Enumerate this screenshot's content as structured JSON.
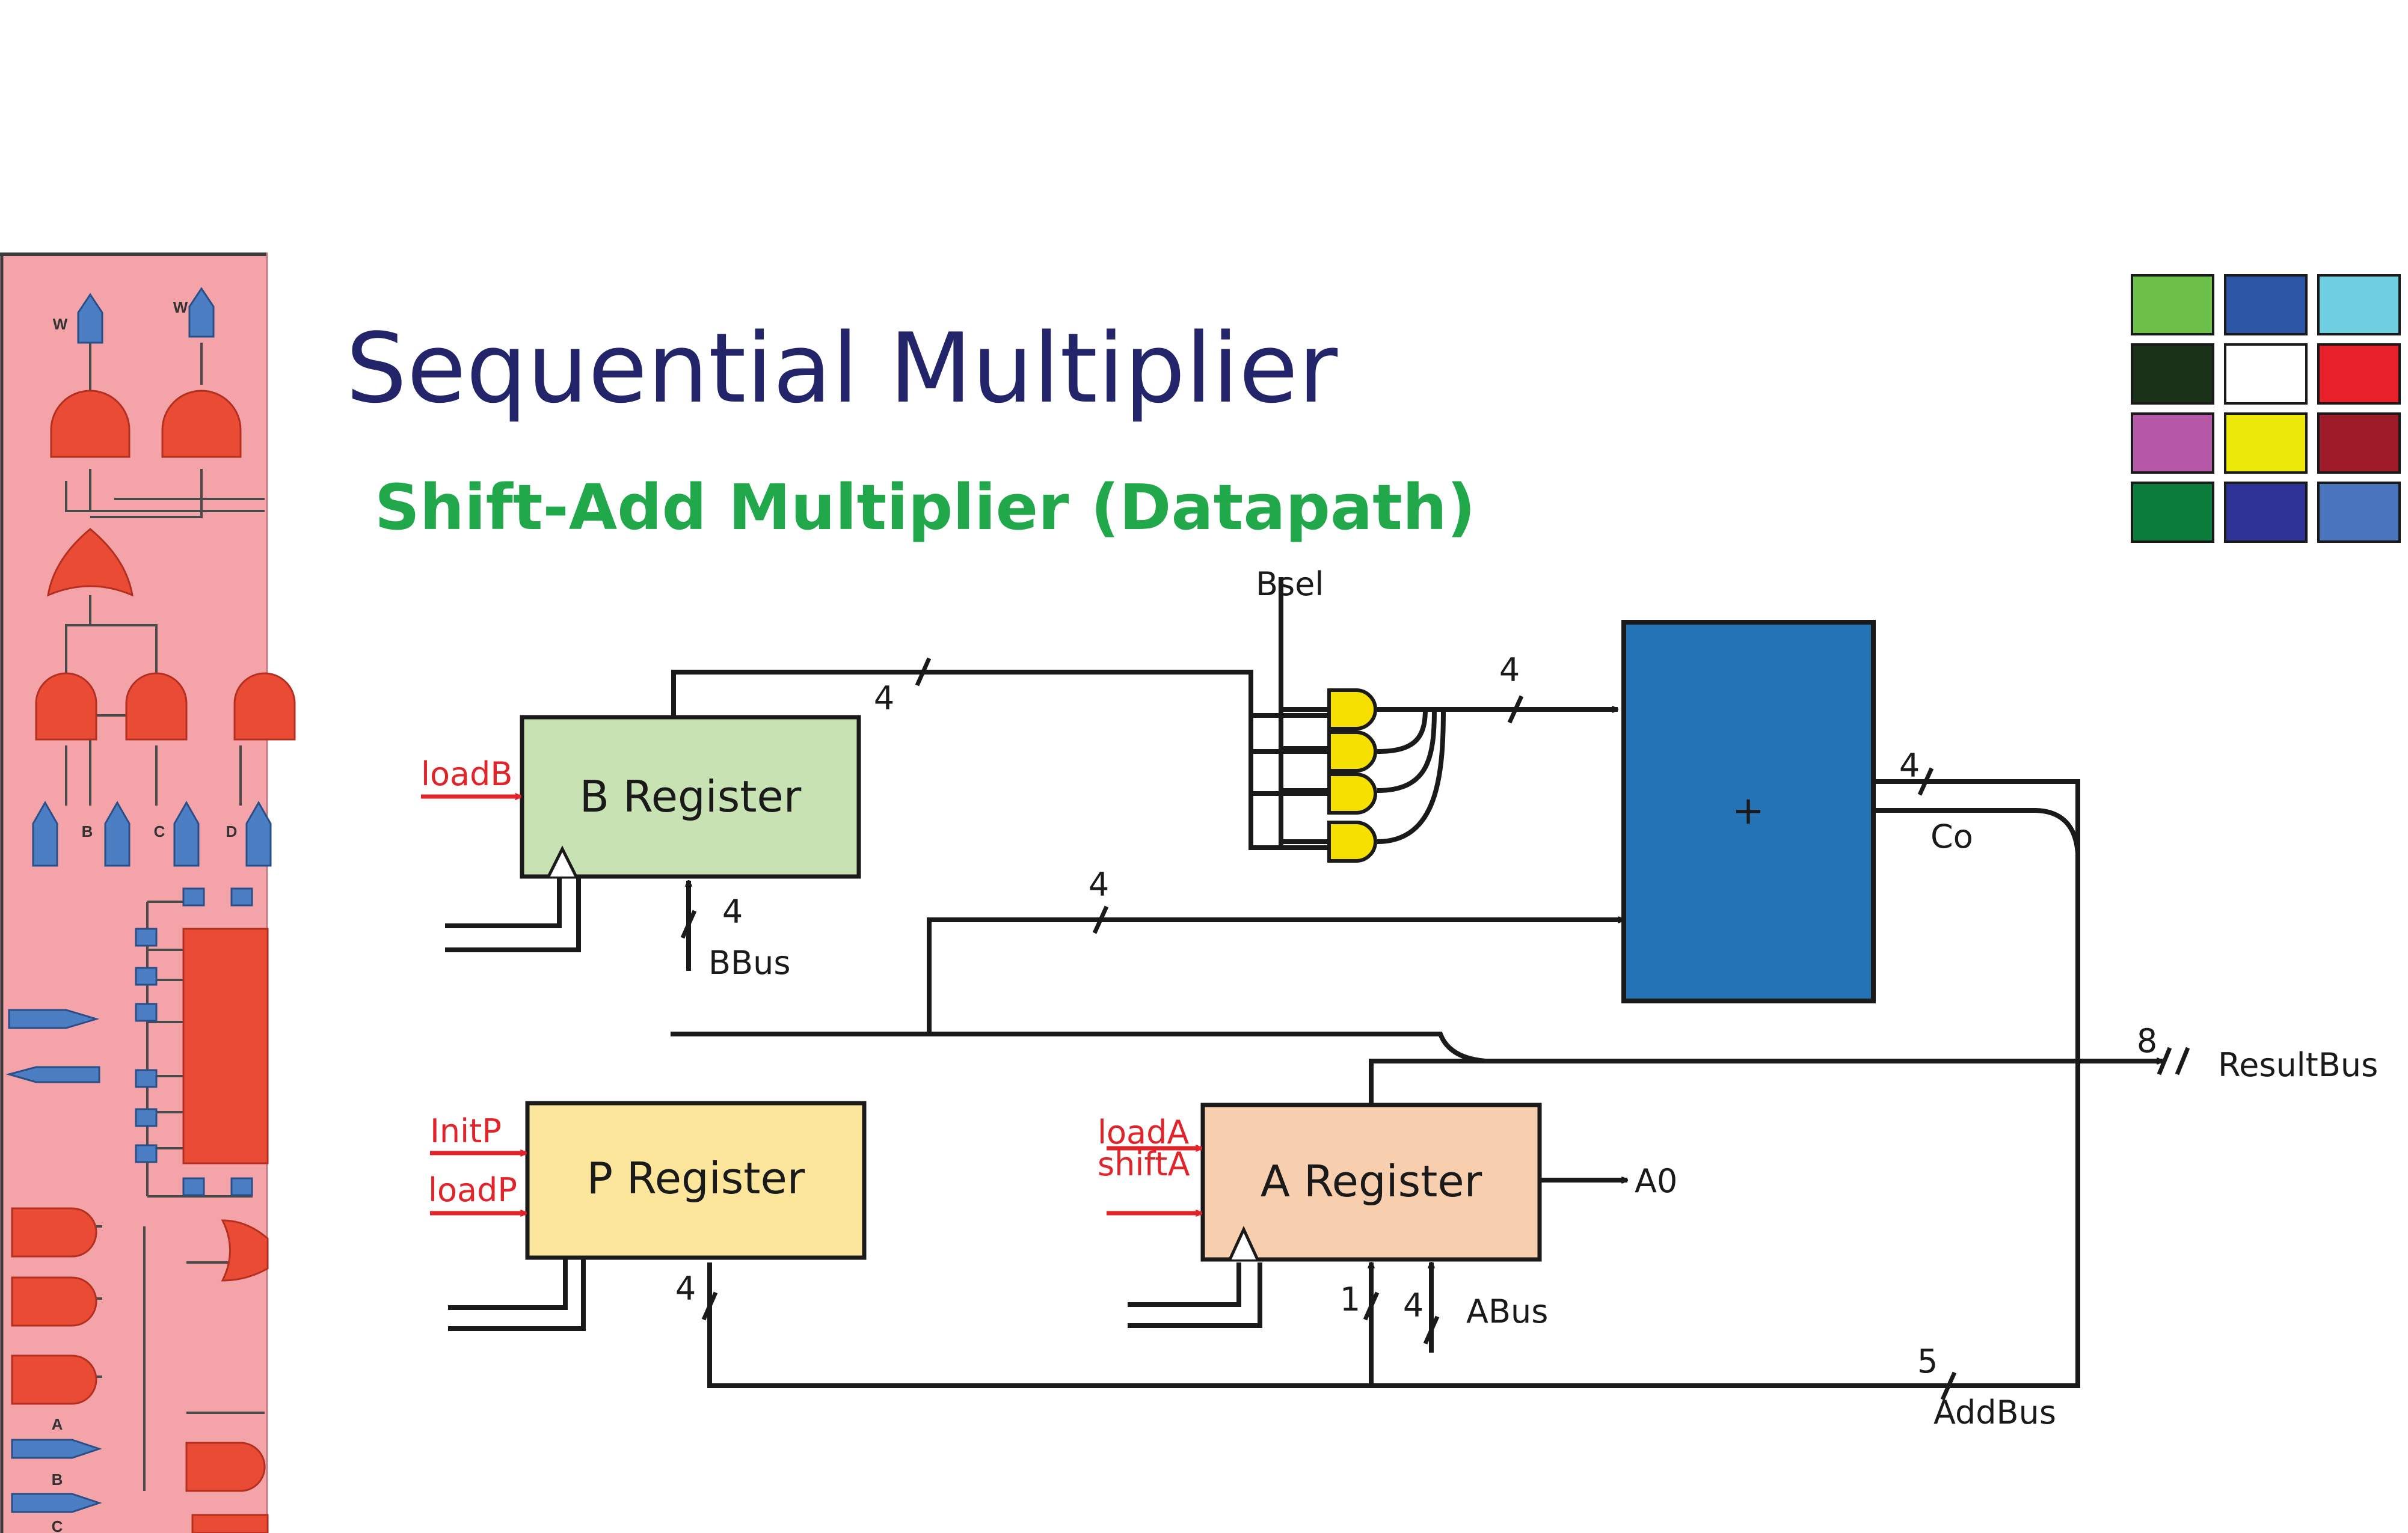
{
  "slide": {
    "title": "Sequential Multiplier",
    "subtitle": "Shift-Add Multiplier (Datapath)"
  },
  "colors": {
    "title": "#24246b",
    "subtitle": "#21a84b",
    "control_signal": "#e0242a",
    "wire": "#1a1a1a",
    "b_register_fill": "#c8e2b4",
    "p_register_fill": "#fbe69c",
    "a_register_fill": "#f7cfae",
    "adder_fill": "#2473b5",
    "and_gate_fill": "#f5e000",
    "side_panel": "#f4a3a8",
    "side_gate": "#ea4b34",
    "side_pin": "#4b7ec2"
  },
  "swatches": [
    "#6cc04a",
    "#2d55a6",
    "#6fcfe0",
    "#1a3218",
    "#ffffff",
    "#e8202a",
    "#b558a8",
    "#ece80a",
    "#9e1b2a",
    "#0c7c3c",
    "#2e3196",
    "#4a74bb"
  ],
  "side_panel": {
    "output_labels": [
      "W",
      "W"
    ],
    "input_labels": [
      "B",
      "C",
      "D"
    ],
    "bottom_labels": [
      "A",
      "B",
      "C"
    ]
  },
  "registers": {
    "b": "B Register",
    "p": "P Register",
    "a": "A Register"
  },
  "adder": {
    "label": "+"
  },
  "control_signals": {
    "load_b": "loadB",
    "init_p": "InitP",
    "load_p": "loadP",
    "load_a": "loadA",
    "shift_a": "shiftA"
  },
  "signals": {
    "bsel": "Bsel",
    "bbus": "BBus",
    "abus": "ABus",
    "carry_out": "Co",
    "a0": "A0",
    "result_bus": "ResultBus",
    "add_bus": "AddBus"
  },
  "bus_widths": {
    "b_to_and": "4",
    "b_in": "4",
    "and_to_adder": "4",
    "p_to_adder": "4",
    "adder_out": "4",
    "result": "8",
    "p_in": "4",
    "a_serial": "1",
    "a_in": "4",
    "add_bus": "5"
  }
}
